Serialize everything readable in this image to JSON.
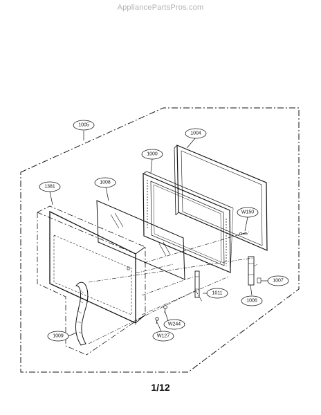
{
  "watermark": "AppliancePartsPros.com",
  "page_number": "1/12",
  "callouts": {
    "c1005": "1005",
    "c1004": "1004",
    "c1000": "1000",
    "c1381": "1381",
    "c1008": "1008",
    "cW150": "W150",
    "c1007": "1007",
    "c1006": "1006",
    "c1011": "1011",
    "cW244": "W244",
    "cW127": "W127",
    "c1009": "1009"
  }
}
